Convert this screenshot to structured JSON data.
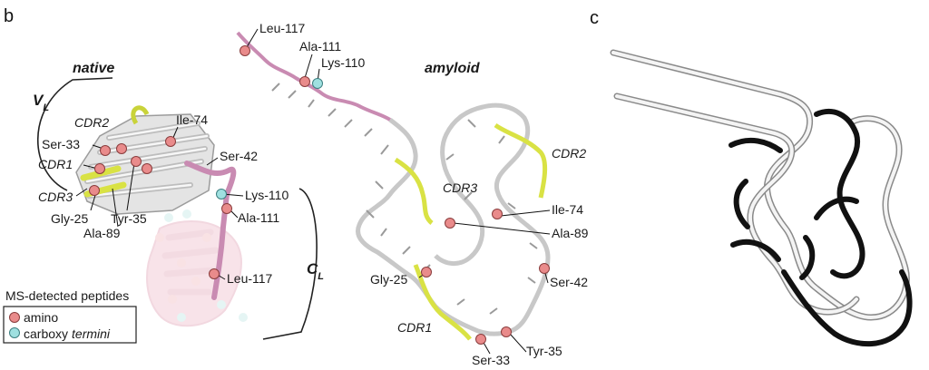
{
  "panels": {
    "b": "b",
    "c": "c"
  },
  "native": {
    "title": "native",
    "vl_main": "V",
    "vl_sub": "L",
    "cl_main": "C",
    "cl_sub": "L",
    "labels": [
      "CDR2",
      "Ser-33",
      "CDR1",
      "CDR3",
      "Gly-25",
      "Tyr-35",
      "Ala-89",
      "Ile-74",
      "Ser-42",
      "Lys-110",
      "Ala-111",
      "Leu-117"
    ]
  },
  "amyloid": {
    "title": "amyloid",
    "labels": [
      "Leu-117",
      "Ala-111",
      "Lys-110",
      "CDR2",
      "CDR3",
      "Ile-74",
      "Ala-89",
      "Gly-25",
      "Ser-42",
      "CDR1",
      "Tyr-35",
      "Ser-33"
    ]
  },
  "legend": {
    "title": "MS-detected peptides",
    "items": [
      "amino",
      "carboxy"
    ],
    "termini": "termini"
  },
  "colors": {
    "amino_sphere": "#e98b8b",
    "carboxy_sphere": "#9fe0e0",
    "cdr_highlight": "#d9e244",
    "cl_domain": "#c98bb2",
    "backbone": "#c8c8c8"
  }
}
